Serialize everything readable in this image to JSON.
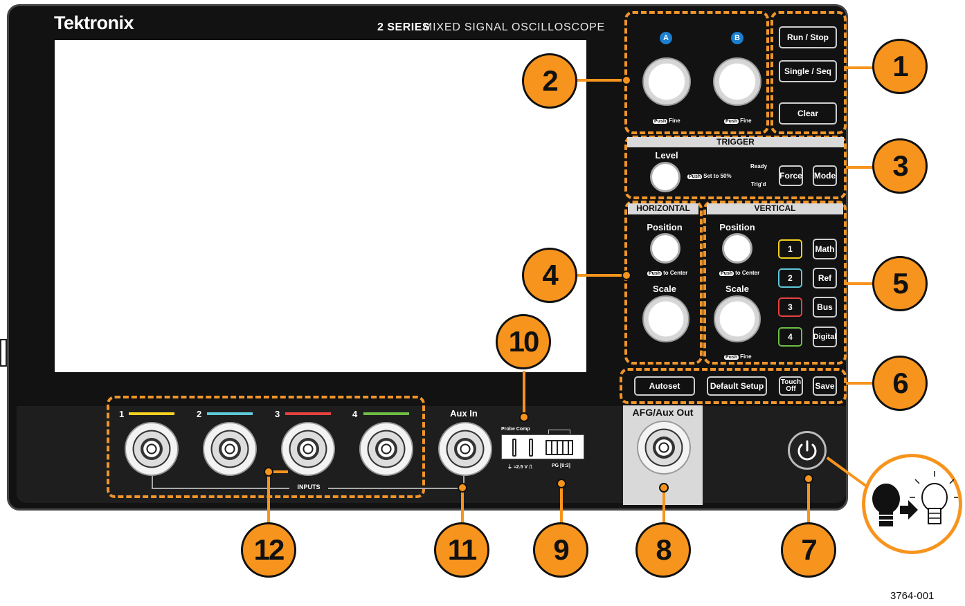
{
  "brand": "Tektronix",
  "series": "2 SERIES",
  "product": "MIXED SIGNAL OSCILLOSCOPE",
  "knob_a": "A",
  "knob_b": "B",
  "push": "Push",
  "fine": "Fine",
  "run_stop": "Run / Stop",
  "single_seq": "Single / Seq",
  "clear": "Clear",
  "trigger": {
    "title": "TRIGGER",
    "level": "Level",
    "set50": "Set to 50%",
    "ready": "Ready",
    "trigd": "Trig'd",
    "force": "Force",
    "mode": "Mode"
  },
  "horizontal": {
    "title": "HORIZONTAL",
    "position": "Position",
    "to_center": "to Center",
    "scale": "Scale"
  },
  "vertical": {
    "title": "VERTICAL",
    "position": "Position",
    "to_center": "to Center",
    "scale": "Scale",
    "channels": [
      "1",
      "2",
      "3",
      "4"
    ],
    "right_buttons": [
      "Math",
      "Ref",
      "Bus",
      "Digital"
    ]
  },
  "bottom_buttons": {
    "autoset": "Autoset",
    "default_setup": "Default Setup",
    "touch_off_1": "Touch",
    "touch_off_2": "Off",
    "save": "Save"
  },
  "inputs": {
    "labels": [
      "1",
      "2",
      "3",
      "4"
    ],
    "title": "INPUTS",
    "aux_in": "Aux In"
  },
  "probe_comp": "Probe Comp",
  "probe_comp_sub": "⏚  ≈2.5 V ⎍",
  "pg": "PG [0:3]",
  "afg": "AFG/Aux Out",
  "callouts": [
    "1",
    "2",
    "3",
    "4",
    "5",
    "6",
    "7",
    "8",
    "9",
    "10",
    "11",
    "12"
  ],
  "figure_id": "3764-001",
  "colors": {
    "callout": "#f7941d",
    "ch1": "#f4d21f",
    "ch2": "#5fc8d8",
    "ch3": "#e8423f",
    "ch4": "#6ebe44",
    "knob_ab": "#1a7fd0"
  }
}
